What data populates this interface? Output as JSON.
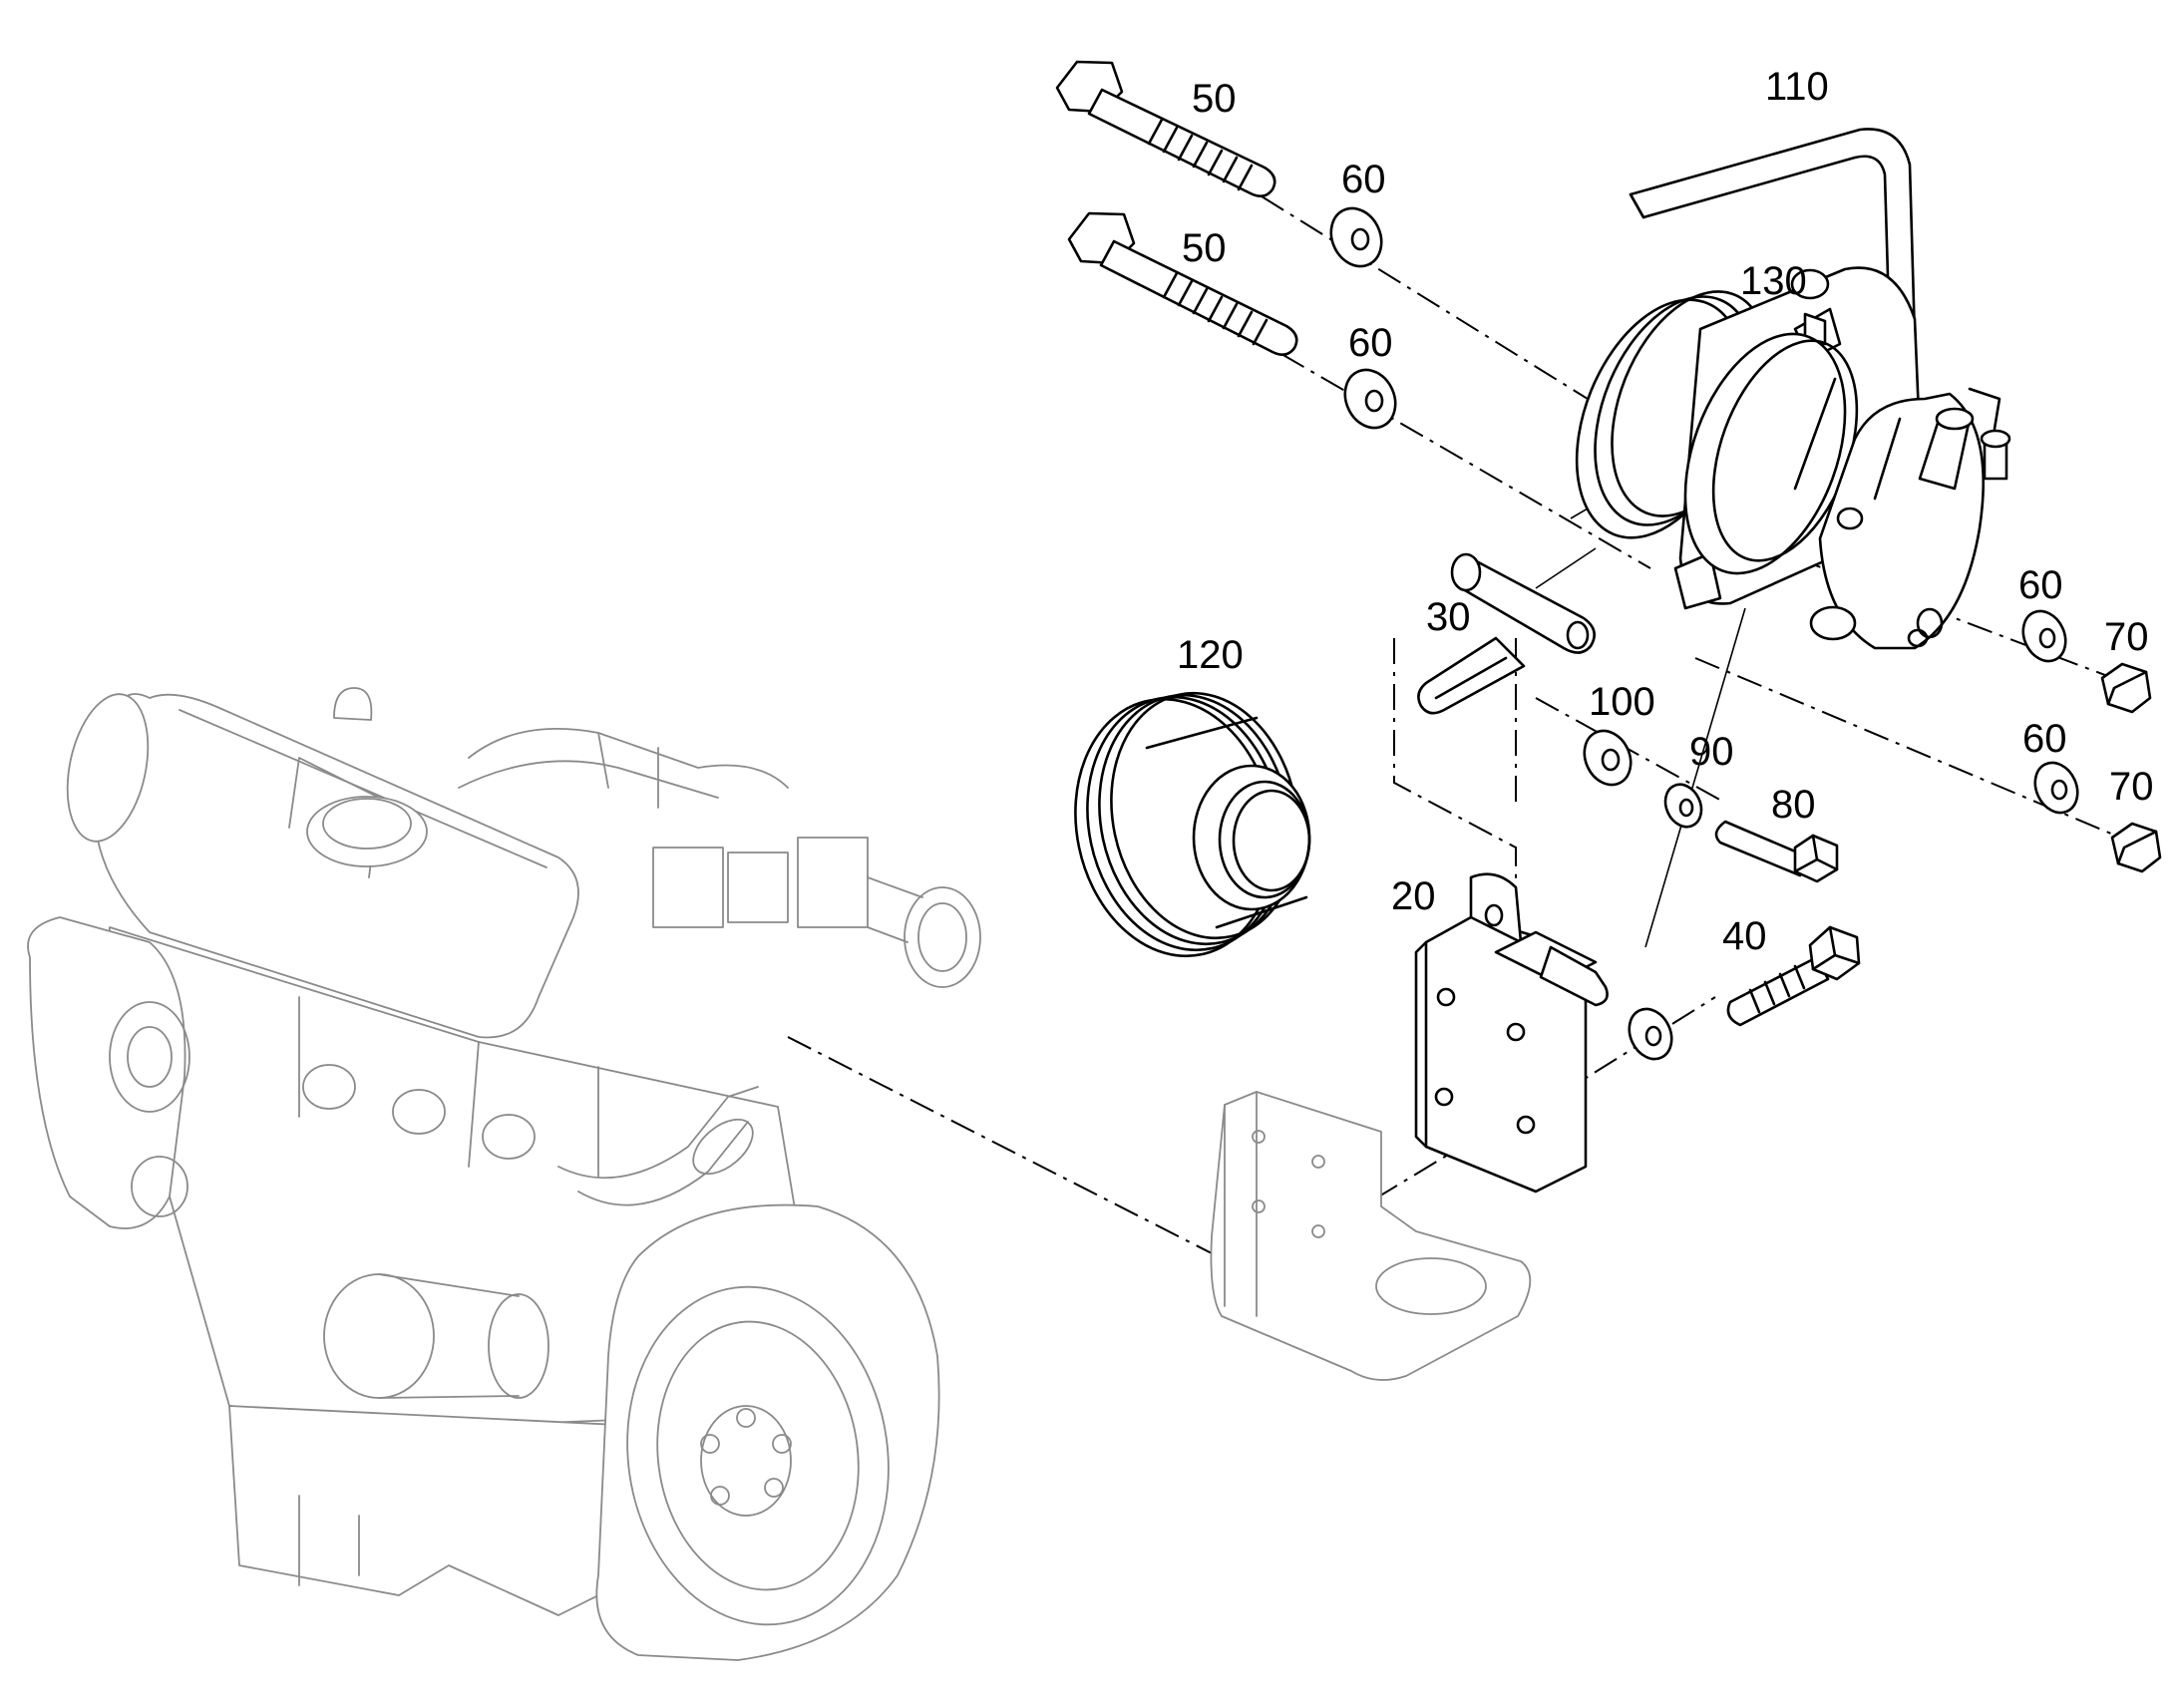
{
  "callouts": {
    "c20": "20",
    "c30": "30",
    "c40": "40",
    "c50a": "50",
    "c50b": "50",
    "c60a": "60",
    "c60b": "60",
    "c60c": "60",
    "c60d": "60",
    "c70a": "70",
    "c70b": "70",
    "c80": "80",
    "c90": "90",
    "c100": "100",
    "c110": "110",
    "c120": "120",
    "c130": "130"
  }
}
